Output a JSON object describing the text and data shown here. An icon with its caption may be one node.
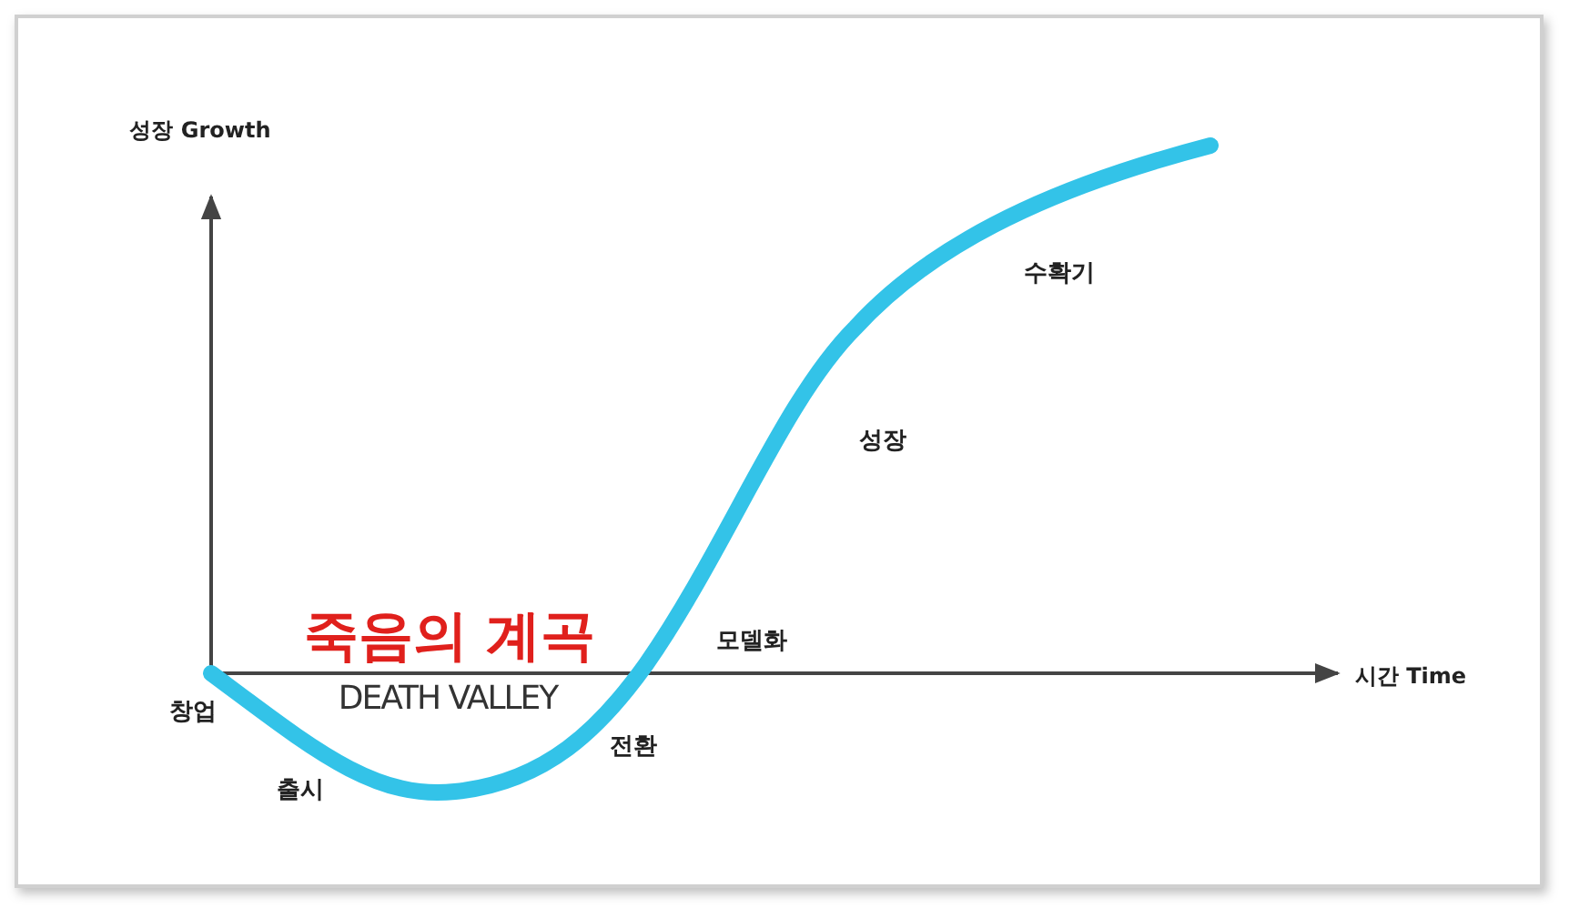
{
  "diagram": {
    "labels": [
      "성장 Growth",
      "수확기",
      "성장",
      "죽음의 계곡",
      "모델화",
      "시간 Time",
      "창업",
      "DEATH VALLEY",
      "전환",
      "출시"
    ]
  }
}
